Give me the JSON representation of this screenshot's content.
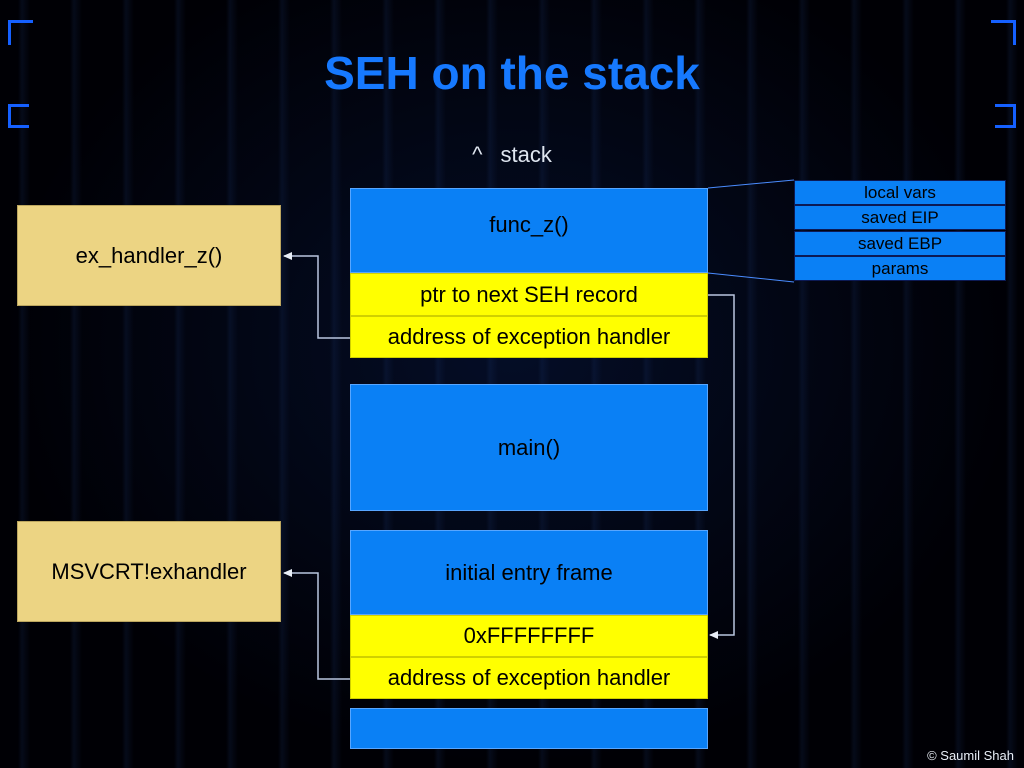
{
  "title": "SEH on the stack",
  "stack_label": {
    "caret": "^",
    "text": "stack"
  },
  "frames": {
    "func_z": "func_z()",
    "ptr_next_1": "ptr to next SEH record",
    "handler_addr_1": "address of exception handler",
    "main": "main()",
    "initial_entry": "initial entry frame",
    "terminator": "0xFFFFFFFF",
    "handler_addr_2": "address of exception handler"
  },
  "handlers": {
    "ex_handler_z": "ex_handler_z()",
    "msvcrt": "MSVCRT!exhandler"
  },
  "frame_detail": [
    "local vars",
    "saved EIP",
    "saved EBP",
    "params"
  ],
  "copyright": "© Saumil Shah",
  "colors": {
    "title": "#1679ff",
    "frame": "#0a80f5",
    "seh_record": "#ffff00",
    "handler": "#ecd483",
    "arrow": "#b9c6df"
  }
}
